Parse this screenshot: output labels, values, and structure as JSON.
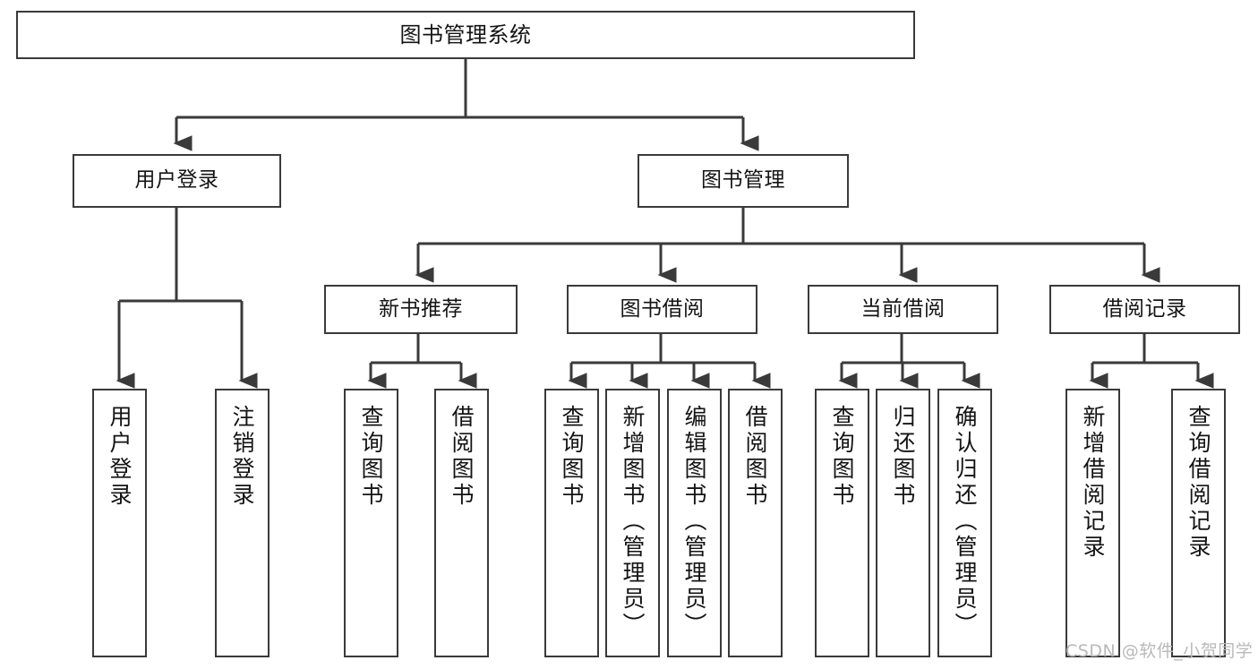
{
  "diagram": {
    "type": "tree-hierarchy",
    "title": "图书管理系统",
    "orientation": "top-down",
    "line_color": "#3a3a3a",
    "box_fill": "#ffffff",
    "text_color": "#141414",
    "watermark": "CSDN @软件_小贺同学"
  },
  "nodes": {
    "root": {
      "label": "图书管理系统",
      "level": 1
    },
    "level2": [
      {
        "id": "user-login",
        "label": "用户登录"
      },
      {
        "id": "book-manage",
        "label": "图书管理"
      }
    ],
    "level3": [
      {
        "id": "new-book-recommend",
        "label": "新书推荐"
      },
      {
        "id": "book-borrow",
        "label": "图书借阅"
      },
      {
        "id": "current-borrow",
        "label": "当前借阅"
      },
      {
        "id": "borrow-record",
        "label": "借阅记录"
      }
    ],
    "leaves": {
      "user-login": [
        {
          "id": "leaf-user-login",
          "label": "用户登录"
        },
        {
          "id": "leaf-user-logout",
          "label": "注销登录"
        }
      ],
      "new-book-recommend": [
        {
          "id": "leaf-query-book-1",
          "label": "查询图书"
        },
        {
          "id": "leaf-borrow-book-1",
          "label": "借阅图书"
        }
      ],
      "book-borrow": [
        {
          "id": "leaf-query-book-2",
          "label": "查询图书"
        },
        {
          "id": "leaf-add-book",
          "label": "新增图书（管理员）"
        },
        {
          "id": "leaf-edit-book",
          "label": "编辑图书（管理员）"
        },
        {
          "id": "leaf-borrow-book-2",
          "label": "借阅图书"
        }
      ],
      "current-borrow": [
        {
          "id": "leaf-query-book-3",
          "label": "查询图书"
        },
        {
          "id": "leaf-return-book",
          "label": "归还图书"
        },
        {
          "id": "leaf-confirm-return",
          "label": "确认归还（管理员）"
        }
      ],
      "borrow-record": [
        {
          "id": "leaf-add-record",
          "label": "新增借阅记录"
        },
        {
          "id": "leaf-query-record",
          "label": "查询借阅记录"
        }
      ]
    }
  }
}
